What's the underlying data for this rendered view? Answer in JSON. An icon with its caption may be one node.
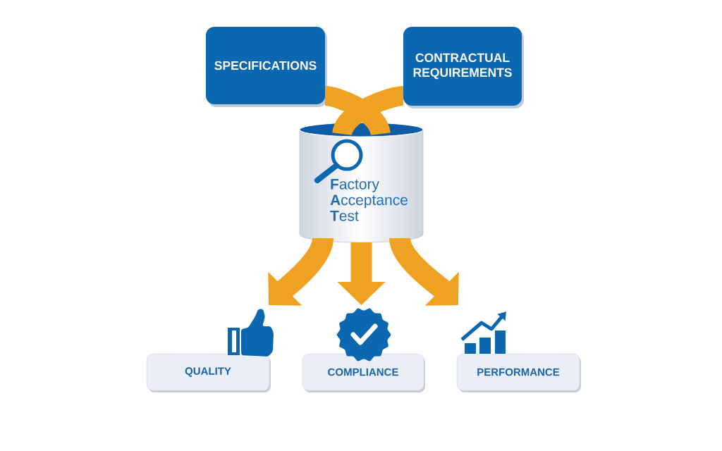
{
  "diagram": {
    "nodes": [
      {
        "text": [
          "SPECIFICATIONS"
        ]
      },
      {
        "text": [
          "CONTRACTUAL REQUIREMENTS"
        ]
      },
      {
        "text": [
          "**F**actory **A**cceptance **T**est"
        ]
      },
      {
        "text": [
          "QUALITY"
        ]
      },
      {
        "text": [
          "COMPLIANCE"
        ]
      },
      {
        "text": [
          "PERFORMANCE"
        ]
      }
    ],
    "edges": [
      {
        "from": 0,
        "to": 2,
        "arrow": "none"
      },
      {
        "from": 1,
        "to": 2,
        "arrow": "none"
      },
      {
        "from": 2,
        "to": 3,
        "arrow": "to"
      },
      {
        "from": 2,
        "to": 4,
        "arrow": "to"
      },
      {
        "from": 2,
        "to": 5,
        "arrow": "to"
      }
    ]
  }
}
